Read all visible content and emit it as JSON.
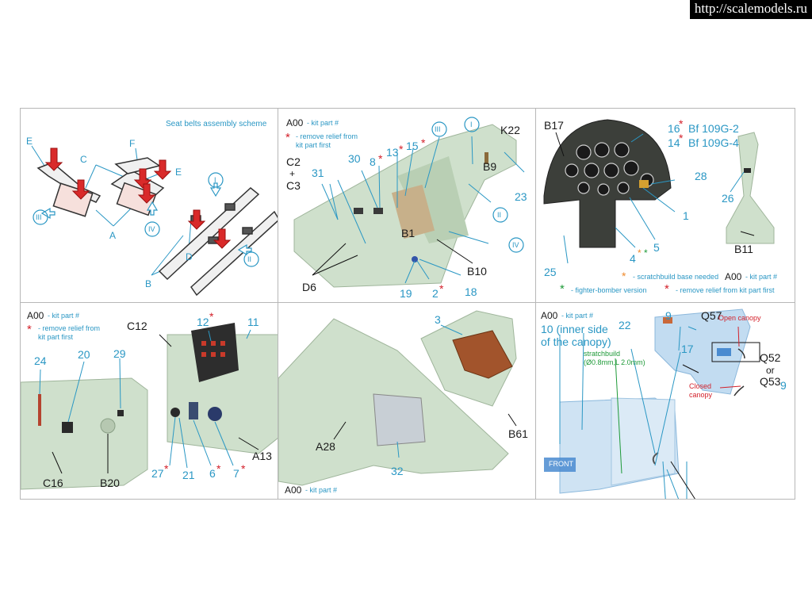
{
  "watermark": "http://scalemodels.ru",
  "common": {
    "kit_code": "A00",
    "kit_part_note": "- kit part #",
    "asterisk": "*",
    "remove_relief_note": "- remove relief from kit part first"
  },
  "panel1": {
    "title": "Seat belts assembly scheme",
    "labels": [
      "E",
      "F",
      "C",
      "E",
      "A",
      "B",
      "D",
      "III",
      "IV",
      "I",
      "II"
    ]
  },
  "panel2": {
    "remove_note_line1": "- remove relief from",
    "remove_note_line2": "kit part first",
    "labels": [
      "C2",
      "+",
      "C3",
      "31",
      "30",
      "8",
      "13",
      "15",
      "III",
      "I",
      "K22",
      "B9",
      "23",
      "II",
      "IV",
      "B1",
      "B10",
      "D6",
      "19",
      "2",
      "18"
    ]
  },
  "panel3": {
    "labels": [
      "B17",
      "16",
      "14",
      "28",
      "1",
      "5",
      "4",
      "25",
      "26",
      "B11"
    ],
    "variant_g2": "Bf 109G-2",
    "variant_g4": "Bf 109G-4",
    "scratchbuild_base_note": "- scratchbuild base needed",
    "fighter_bomber_note": "- fighter-bomber version"
  },
  "panel4": {
    "remove_note_line1": "- remove relief from",
    "remove_note_line2": "kit part first",
    "labels": [
      "C12",
      "12",
      "11",
      "24",
      "20",
      "29",
      "C16",
      "B20",
      "27",
      "21",
      "6",
      "7",
      "A13"
    ]
  },
  "panel5": {
    "labels": [
      "3",
      "A28",
      "32",
      "B61"
    ]
  },
  "panel6": {
    "inner_side_line1": "10 (inner side",
    "inner_side_line2": "of the canopy)",
    "labels": [
      "22",
      "Q52",
      "or",
      "Q53",
      "Q57",
      "9",
      "17",
      "9"
    ],
    "stretch_line1": "stratchbuild",
    "stretch_line2": "(Ø0.8mm,L 2.0mm)",
    "front_label": "FRONT",
    "open_canopy": "Open canopy",
    "closed_line1": "Closed",
    "closed_line2": "canopy"
  },
  "colors": {
    "resin_green": "#cfe0cc",
    "callout_blue": "#2a97c4",
    "note_red": "#d3202a",
    "note_green": "#1e9a38",
    "note_orange": "#ef8a2c",
    "canopy_blue": "#bcd9f0"
  }
}
